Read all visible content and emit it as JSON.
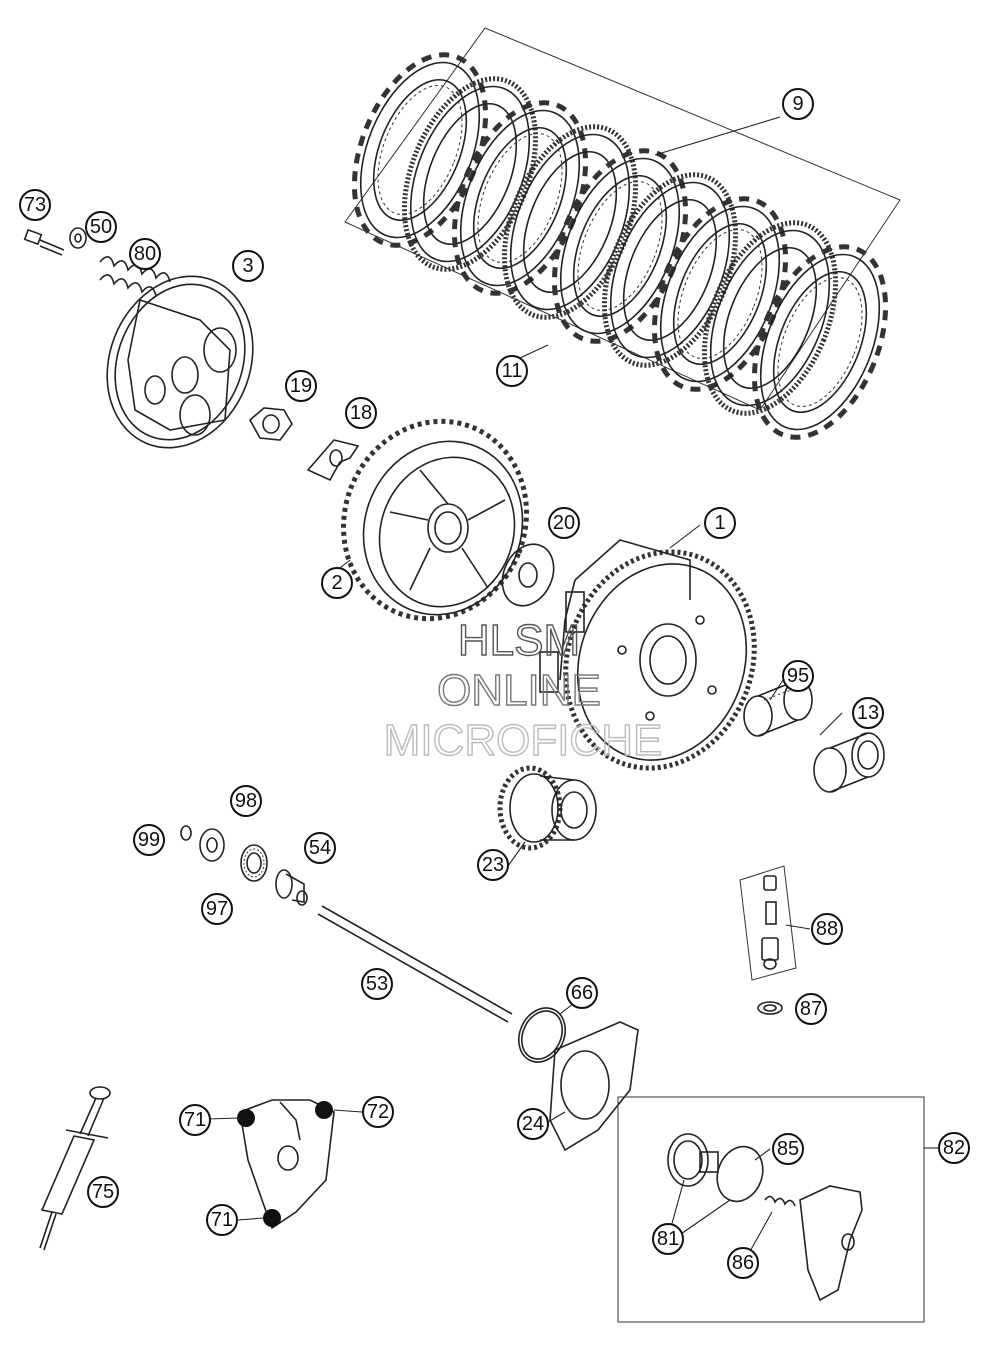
{
  "watermark": {
    "line1": "HLSM",
    "line2": "ONLINE",
    "line3": "MICROFICHE"
  },
  "callouts": [
    "1",
    "2",
    "3",
    "9",
    "11",
    "13",
    "18",
    "19",
    "20",
    "23",
    "24",
    "50",
    "53",
    "54",
    "66",
    "71",
    "71",
    "72",
    "73",
    "75",
    "80",
    "81",
    "82",
    "85",
    "86",
    "87",
    "88",
    "95",
    "97",
    "98",
    "99"
  ]
}
